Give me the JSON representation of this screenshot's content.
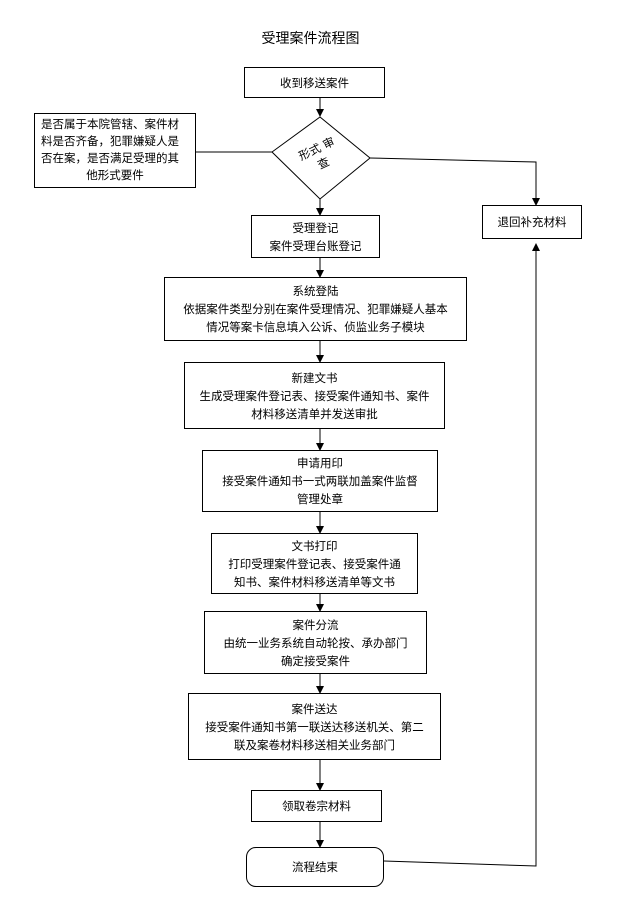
{
  "title": "受理案件流程图",
  "nodes": {
    "receive": "收到移送案件",
    "review": {
      "line1": "形式",
      "line2": "审查"
    },
    "review_note": {
      "line1": "是否属于本院管辖、案件材",
      "line2": "料是否齐备，犯罪嫌疑人是",
      "line3": "否在案，是否满足受理的其",
      "line4": "他形式要件"
    },
    "return_materials": "退回补充材料",
    "register": {
      "line1": "受理登记",
      "line2": "案件受理台账登记"
    },
    "system_login": {
      "line1": "系统登陆",
      "line2": "依据案件类型分别在案件受理情况、犯罪嫌疑人基本",
      "line3": "情况等案卡信息填入公诉、侦监业务子模块"
    },
    "new_doc": {
      "line1": "新建文书",
      "line2": "生成受理案件登记表、接受案件通知书、案件",
      "line3": "材料移送清单并发送审批"
    },
    "apply_seal": {
      "line1": "申请用印",
      "line2": "接受案件通知书一式两联加盖案件监督",
      "line3": "管理处章"
    },
    "print_doc": {
      "line1": "文书打印",
      "line2": "打印受理案件登记表、接受案件通",
      "line3": "知书、案件材料移送清单等文书"
    },
    "distribute": {
      "line1": "案件分流",
      "line2": "由统一业务系统自动轮按、承办部门",
      "line3": "确定接受案件"
    },
    "deliver": {
      "line1": "案件送达",
      "line2": "接受案件通知书第一联送达移送机关、第二",
      "line3": "联及案卷材料移送相关业务部门"
    },
    "collect": "领取卷宗材料",
    "end": "流程结束"
  }
}
